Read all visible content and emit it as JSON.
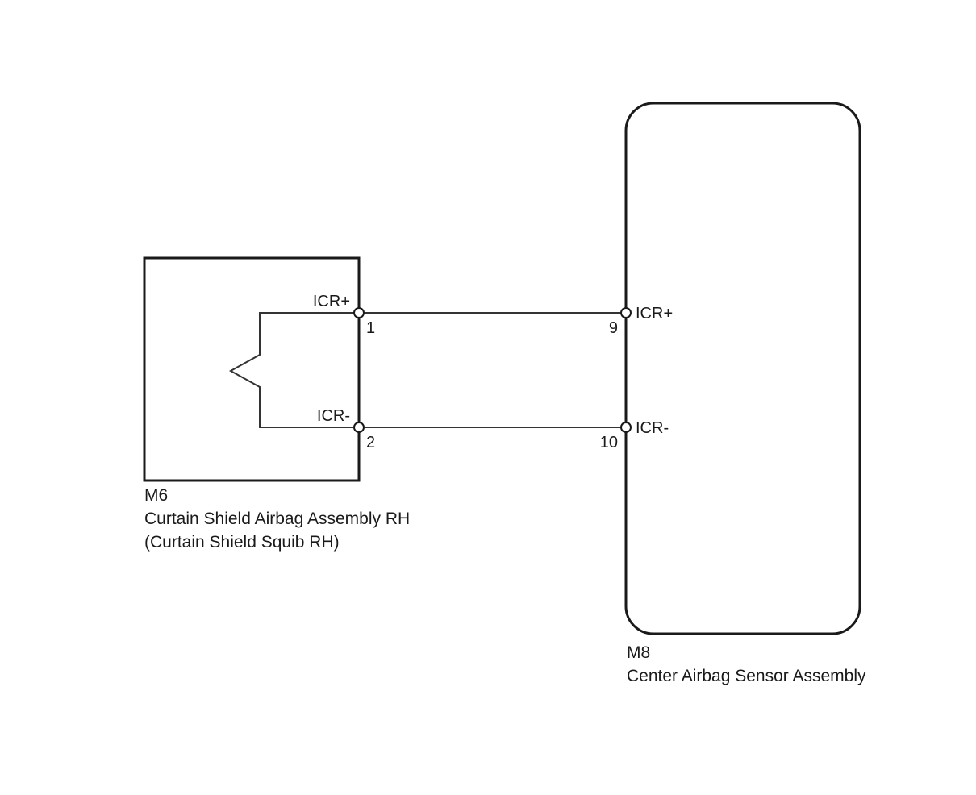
{
  "left_component": {
    "code": "M6",
    "name": "Curtain Shield Airbag Assembly RH",
    "subname": "(Curtain Shield Squib RH)",
    "pins": [
      {
        "signal": "ICR+",
        "number": "1"
      },
      {
        "signal": "ICR-",
        "number": "2"
      }
    ]
  },
  "right_component": {
    "code": "M8",
    "name": "Center Airbag Sensor Assembly",
    "pins": [
      {
        "signal": "ICR+",
        "number": "9"
      },
      {
        "signal": "ICR-",
        "number": "10"
      }
    ]
  },
  "colors": {
    "line": "#1a1a1a",
    "wire": "#333333",
    "background": "#ffffff"
  }
}
